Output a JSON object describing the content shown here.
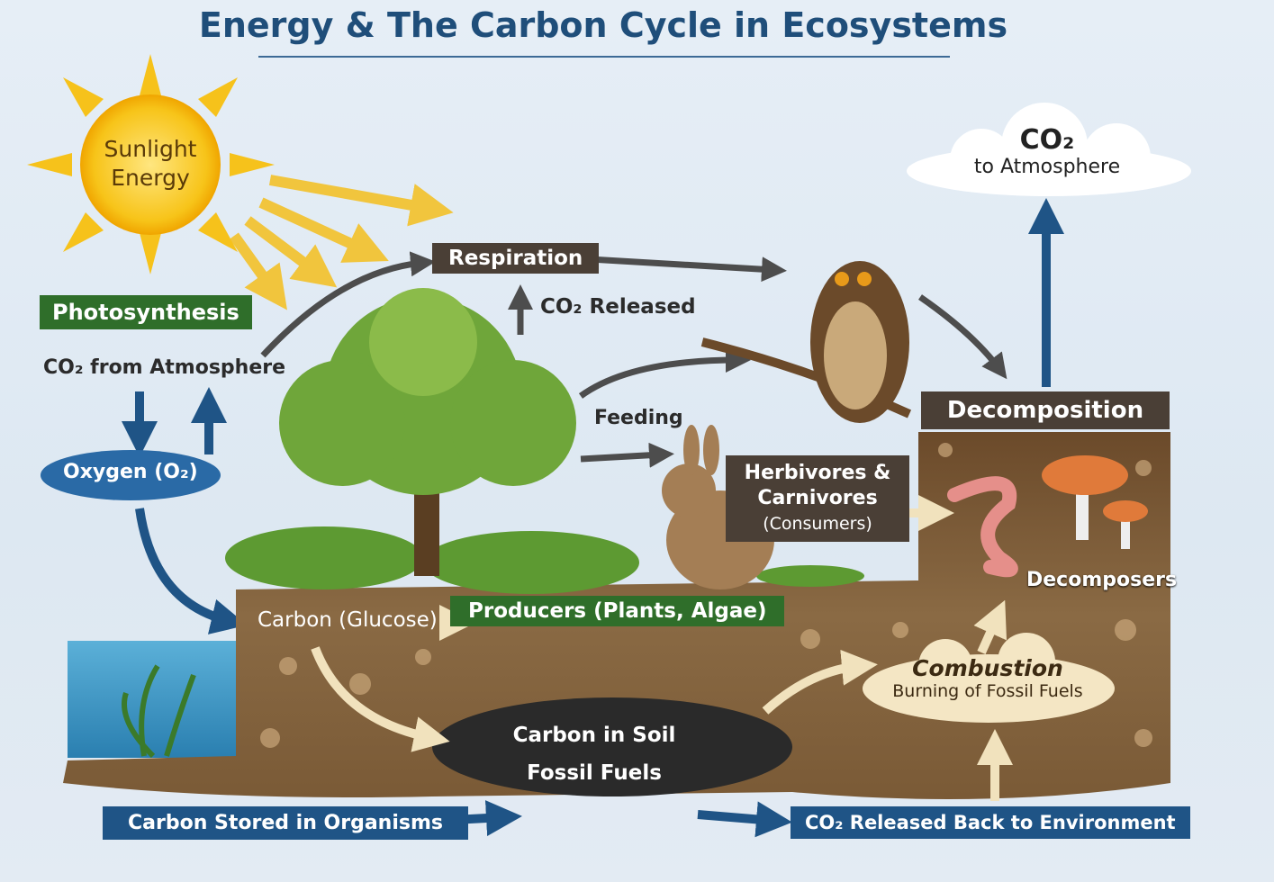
{
  "title": "Energy & The Carbon Cycle in Ecosystems",
  "sun": {
    "line1": "Sunlight",
    "line2": "Energy"
  },
  "photosynthesis": "Photosynthesis",
  "co2_from_atmosphere": "CO₂ from Atmosphere",
  "oxygen": "Oxygen (O₂)",
  "respiration": "Respiration",
  "co2_released": "CO₂ Released",
  "feeding": "Feeding",
  "consumers": {
    "line1": "Herbivores &",
    "line2": "Carnivores",
    "line3": "(Consumers)"
  },
  "decomposition": "Decomposition",
  "decomposers": "Decomposers",
  "co2_cloud": {
    "line1": "CO₂",
    "line2": "to Atmosphere"
  },
  "carbon_glucose": "Carbon (Glucose)",
  "producers": "Producers (Plants, Algae)",
  "combustion": {
    "line1": "Combustion",
    "line2": "Burning of Fossil Fuels"
  },
  "soil": {
    "line1": "Carbon in Soil",
    "line2": "Fossil Fuels"
  },
  "carbon_stored": "Carbon Stored in Organisms",
  "co2_back": "CO₂ Released Back to Environment",
  "colors": {
    "title": "#1f4e7a",
    "green_tag": "#2f6e2a",
    "dark_tag": "#4a3f36",
    "blue_tag": "#1f5486",
    "soil": "#7a5a36"
  }
}
